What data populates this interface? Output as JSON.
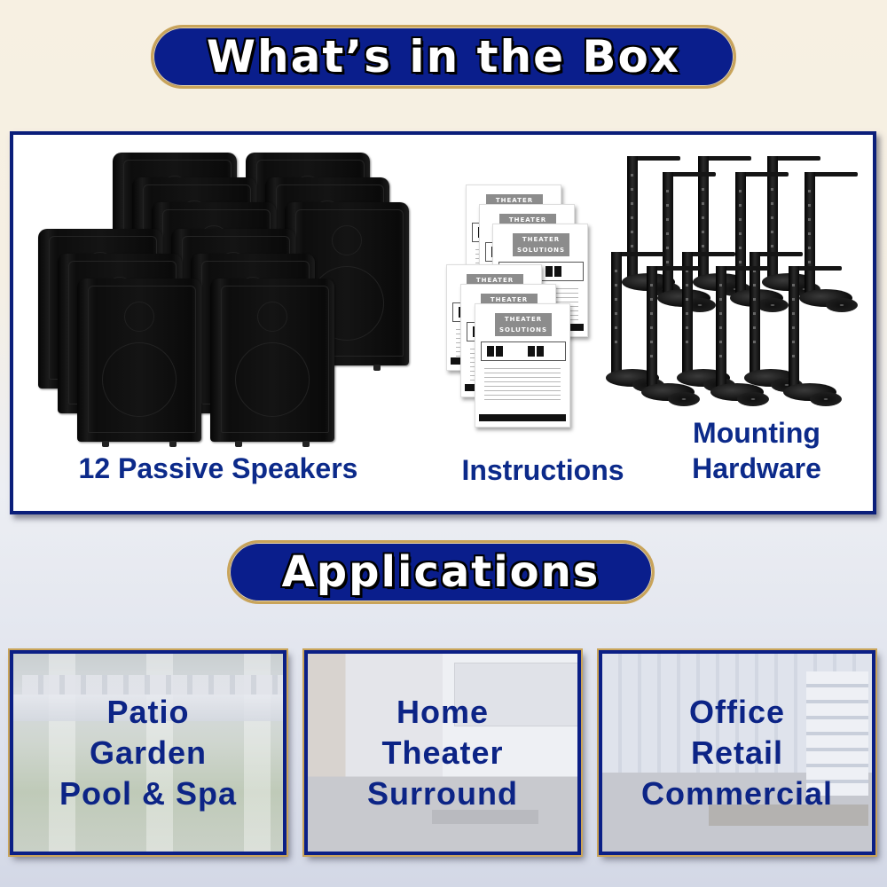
{
  "banners": {
    "box_title": "What’s in the Box",
    "applications_title": "Applications"
  },
  "box": {
    "items": [
      {
        "label": "12 Passive Speakers",
        "icon": "speaker-icon",
        "quantity": 12
      },
      {
        "label": "Instructions",
        "icon": "instruction-manual-icon"
      },
      {
        "label_lines": [
          "Mounting",
          "Hardware"
        ],
        "icon": "mounting-bracket-icon"
      }
    ],
    "manual": {
      "brand_line1": "THEATER",
      "brand_line2": "SOLUTIONS"
    }
  },
  "applications": [
    {
      "lines": [
        "Patio",
        "Garden",
        "Pool & Spa"
      ],
      "scene": "pergola-garden"
    },
    {
      "lines": [
        "Home",
        "Theater",
        "Surround"
      ],
      "scene": "living-room"
    },
    {
      "lines": [
        "Office",
        "Retail",
        "Commercial"
      ],
      "scene": "office-interior"
    }
  ],
  "colors": {
    "navy": "#0a1e8c",
    "label_blue": "#0c2a8a",
    "gold_border": "#c9a45a",
    "cream_bg": "#f7f0e2",
    "lavender_bg": "#dde1ec"
  }
}
